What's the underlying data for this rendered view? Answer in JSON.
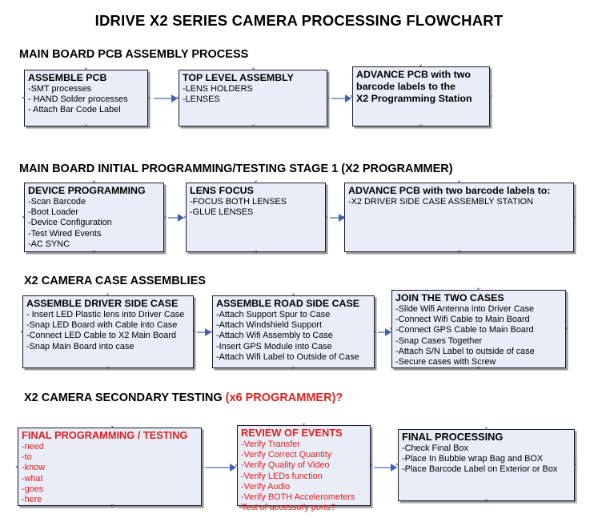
{
  "title": "IDRIVE X2  SERIES CAMERA PROCESSING FLOWCHART",
  "colors": {
    "box_fill": "#e8edf7",
    "box_border": "#1a1a2e",
    "shadow": "#9a9a9a",
    "connector_line": "#8ba6c4",
    "connector_head": "#3f63b0",
    "red_text": "#e02020",
    "black_text": "#000000",
    "page_background": "#ffffff"
  },
  "sections": [
    {
      "heading": "MAIN BOARD PCB ASSEMBLY PROCESS",
      "heading_red": "",
      "boxes": [
        {
          "title": "ASSEMBLE PCB",
          "lines": [
            "-SMT processes",
            "- HAND Solder processes",
            "- Attach Bar Code Label"
          ]
        },
        {
          "title": "TOP LEVEL ASSEMBLY",
          "lines": [
            "-LENS HOLDERS",
            "-LENSES"
          ]
        },
        {
          "title": "ADVANCE PCB with two",
          "lines": [
            "barcode labels to the",
            " X2 Programming Station"
          ]
        }
      ]
    },
    {
      "heading": "MAIN BOARD INITIAL PROGRAMMING/TESTING STAGE 1 (X2 PROGRAMMER)",
      "heading_red": "",
      "boxes": [
        {
          "title": "DEVICE PROGRAMMING",
          "lines": [
            "-Scan Barcode",
            "-Boot Loader",
            "-Device Configuration",
            "-Test Wired Events",
            "-AC SYNC"
          ]
        },
        {
          "title": "LENS FOCUS",
          "lines": [
            "-FOCUS BOTH LENSES",
            "-GLUE LENSES"
          ]
        },
        {
          "title": "ADVANCE PCB with two barcode labels to:",
          "lines": [
            "-X2 DRIVER  SIDE  CASE  ASSEMBLY STATION"
          ]
        }
      ]
    },
    {
      "heading": "X2 CAMERA CASE ASSEMBLIES",
      "heading_red": "",
      "boxes": [
        {
          "title": "ASSEMBLE DRIVER SIDE CASE",
          "lines": [
            "- Insert LED Plastic lens into Driver Case",
            "-Snap LED Board with Cable into Case",
            "-Connect LED Cable to X2 Main Board",
            "-Snap Main Board into case"
          ]
        },
        {
          "title": "ASSEMBLE ROAD SIDE CASE",
          "lines": [
            "-Attach Support Spur to Case",
            "-Attach Windshield Support",
            "-Attach Wifi Assembly to Case",
            "-Insert GPS Module into Case",
            "-Attach Wifi Label to Outside of Case"
          ]
        },
        {
          "title": "JOIN THE TWO CASES",
          "lines": [
            "-Slide Wifi Antenna into Driver Case",
            "-Connect Wifi Cable to Main Board",
            "-Connect GPS Cable to Main Board",
            "-Snap Cases Together",
            "-Attach S/N Label to outside of case",
            "-Secure cases with Screw"
          ]
        }
      ]
    },
    {
      "heading": "X2 CAMERA SECONDARY TESTING ",
      "heading_red": "(x6 PROGRAMMER)?",
      "boxes": [
        {
          "title": "FINAL PROGRAMMING / TESTING",
          "lines": [
            "-need",
            "-to",
            "-know",
            "-what",
            "-goes",
            "-here"
          ]
        },
        {
          "title": "REVIEW OF EVENTS",
          "lines": [
            "-Verify Transfer",
            "-Verify Correct Quantity",
            "-Verify Quality of Video",
            "-Verify LEDs function",
            "-Verify Audio",
            "-Verify BOTH Accelerometers",
            "-Test of accessory ports?"
          ]
        },
        {
          "title": "FINAL PROCESSING",
          "lines": [
            " -Check Final Box",
            "-Place In Bubble wrap Bag and BOX",
            "-Place Barcode Label on Exterior or Box"
          ]
        }
      ]
    }
  ]
}
